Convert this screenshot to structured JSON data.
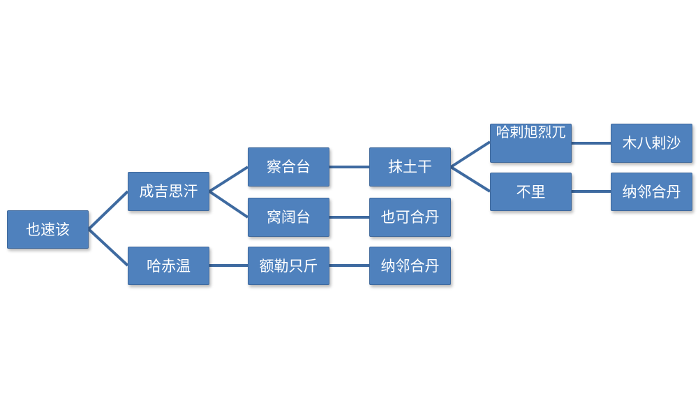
{
  "nodes": {
    "yesugei": "也速该",
    "temujin": "成吉思汗",
    "hachiun": "哈赤温",
    "chagatai": "察合台",
    "ogedei": "窝阔台",
    "eljigidei": "额勒只斤",
    "mutugan": "抹土干",
    "yekeqada": "也可合丹",
    "naliqada1": "纳邻合丹",
    "qaraqu": "哈剌旭烈兀",
    "buri": "不里",
    "mubarak": "木八剌沙",
    "naliqada2": "纳邻合丹"
  },
  "colors": {
    "node_fill": "#4f81bd",
    "connector": "#3e6aa0",
    "text": "#ffffff"
  }
}
